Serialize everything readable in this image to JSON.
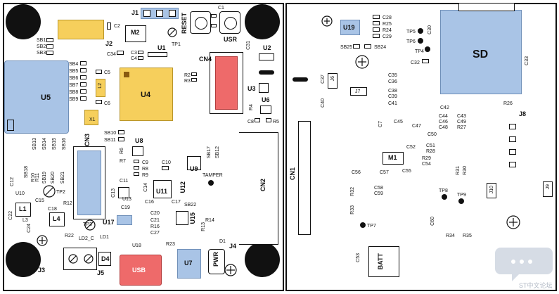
{
  "left_board": {
    "labels": {
      "j1": "J1",
      "reset": "RESET",
      "usr": "USR",
      "c1": "C1",
      "m2": "M2",
      "tp1": "TP1",
      "c2": "C2",
      "c34": "C34",
      "c3": "C3",
      "c4": "C4",
      "u1": "U1",
      "c31": "C31",
      "u2": "U2",
      "u5": "U5",
      "sb1": "SB1",
      "sb2": "SB2",
      "sb3": "SB3",
      "j2": "J2",
      "sb4": "SB4",
      "sb5": "SB5",
      "sb6": "SB6",
      "sb7": "SB7",
      "sb8": "SB8",
      "sb9": "SB9",
      "c5": "C5",
      "c6": "C6",
      "l2": "L2",
      "x1": "X1",
      "u4": "U4",
      "cn4": "CN4",
      "r2": "R2",
      "r3": "R3",
      "u3": "U3",
      "r4": "R4",
      "u6": "U6",
      "c8": "C8",
      "r5": "R5",
      "sb10": "SB10",
      "sb11": "SB11",
      "u8": "U8",
      "r6": "R6",
      "r7": "R7",
      "sb13": "SB13",
      "sb14": "SB14",
      "sb15": "SB15",
      "sb16": "SB16",
      "cn3": "CN3",
      "sb17": "SB17",
      "sb12": "SB12",
      "c9": "C9",
      "r8": "R8",
      "r9": "R9",
      "c10": "C10",
      "u9": "U9",
      "tamper": "TAMPER",
      "cn2": "CN2",
      "sb18": "SB18",
      "r10": "R10",
      "r11": "R11",
      "c12": "C12",
      "u10": "U10",
      "sb19": "SB19",
      "sb20": "SB20",
      "sb21": "SB21",
      "tp2": "TP2",
      "c11": "C11",
      "c13": "C13",
      "c14": "C14",
      "u13": "U13",
      "u11": "U11",
      "u12": "U12",
      "c15": "C15",
      "l1": "L1",
      "r12": "R12",
      "c18": "C18",
      "c16": "C16",
      "c17": "C17",
      "sb22": "SB22",
      "c19": "C19",
      "c22": "C22",
      "l3": "L3",
      "c24": "C24",
      "l4": "L4",
      "tp3": "TP3",
      "c20": "C20",
      "c21": "C21",
      "r16": "R16",
      "c27": "C27",
      "r14": "R14",
      "r13": "R13",
      "u15": "U15",
      "u17": "U17",
      "r22": "R22",
      "ld2_c": "LD2_C",
      "ld1": "LD1",
      "u18": "U18",
      "r23": "R23",
      "d1": "D1",
      "j4": "J4",
      "j3": "J3",
      "j5": "J5",
      "d4": "D4",
      "usb": "USB",
      "u7": "U7",
      "pwr": "PWR"
    }
  },
  "right_board": {
    "labels": {
      "u19": "U19",
      "c28": "C28",
      "r25": "R25",
      "r24": "R24",
      "c29": "C29",
      "sb25": "SB25",
      "sb24": "SB24",
      "tp5": "TP5",
      "tp6": "TP6",
      "c30": "C30",
      "tp4": "TP4",
      "c32": "C32",
      "sd": "SD",
      "c33": "C33",
      "c37": "C37",
      "j6": "J6",
      "c35": "C35",
      "c36": "C36",
      "j7": "J7",
      "c38": "C38",
      "c39": "C39",
      "c40": "C40",
      "c41": "C41",
      "r26": "R26",
      "j8": "J8",
      "c42": "C42",
      "c45": "C45",
      "c7": "C7",
      "c44": "C44",
      "c43": "C43",
      "c46": "C46",
      "c49": "C49",
      "c47": "C47",
      "c48": "C48",
      "r27": "R27",
      "c50": "C50",
      "cn1": "CN1",
      "c52": "C52",
      "c51": "C51",
      "r28": "R28",
      "m1": "M1",
      "r29": "R29",
      "c54": "C54",
      "c56": "C56",
      "c57": "C57",
      "c55": "C55",
      "r31": "R31",
      "r30": "R30",
      "r32": "R32",
      "c58": "C58",
      "c59": "C59",
      "tp8": "TP8",
      "tp9": "TP9",
      "j10": "J10",
      "j9": "J9",
      "r33": "R33",
      "c60": "C60",
      "tp7": "TP7",
      "r34": "R34",
      "r35": "R35",
      "c53": "C53",
      "batt": "BATT"
    }
  },
  "watermark": {
    "text": "ST中文论坛"
  },
  "colors": {
    "blue": "#a9c4e6",
    "yellow": "#f6cf5c",
    "red": "#ee6a6a",
    "ink": "#111111"
  }
}
